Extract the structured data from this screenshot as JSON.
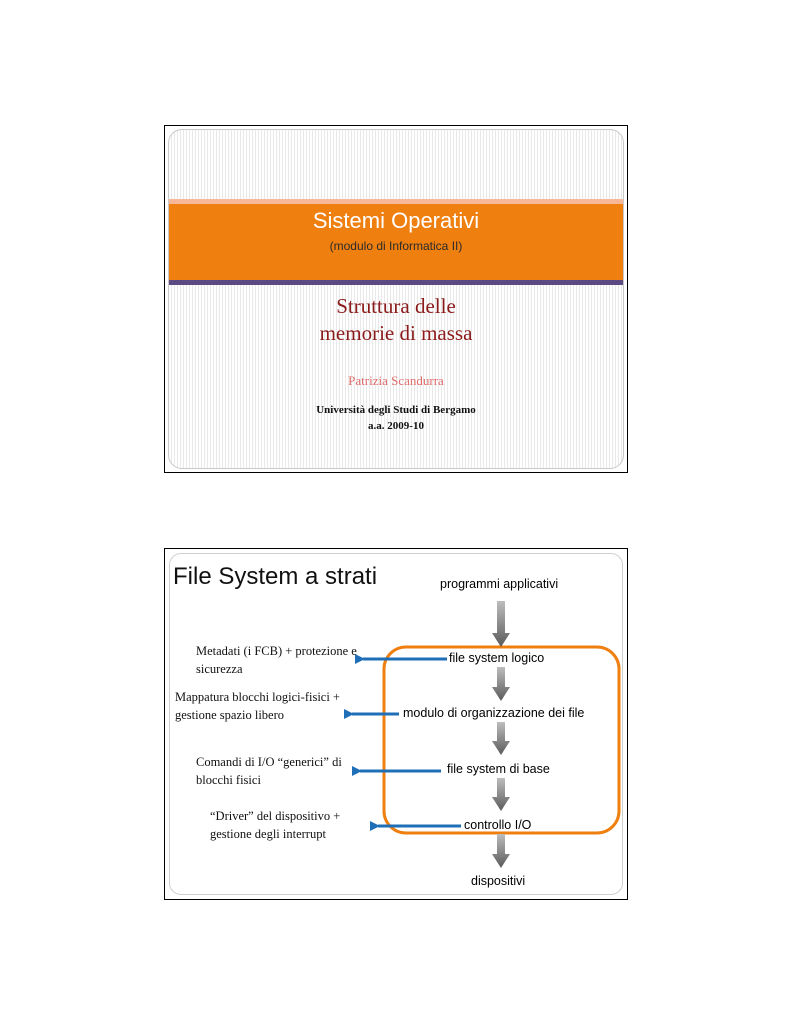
{
  "slide1": {
    "title": "Sistemi Operativi",
    "subtitle": "(modulo di Informatica II)",
    "heading_line1": "Struttura delle",
    "heading_line2": "memorie di massa",
    "author": "Patrizia Scandurra",
    "institution": "Università degli Studi di Bergamo",
    "academic_year": "a.a. 2009-10"
  },
  "slide2": {
    "title": "File System a strati",
    "layers": [
      "programmi applicativi",
      "file system logico",
      "modulo di organizzazione dei file",
      "file system di base",
      "controllo I/O",
      "dispositivi"
    ],
    "notes": [
      {
        "line1": "Metadati (i FCB) + protezione e",
        "line2": "sicurezza"
      },
      {
        "line1": "Mappatura blocchi logici-fisici +",
        "line2": "gestione spazio libero"
      },
      {
        "line1": "Comandi di I/O “generici” di",
        "line2": "blocchi fisici"
      },
      {
        "line1": "“Driver” del dispositivo +",
        "line2": "gestione degli interrupt"
      }
    ],
    "colors": {
      "highlight_box": "#ef7f0f",
      "note_arrows": "#1f6fb8",
      "flow_arrows": "#7a7a7a"
    }
  }
}
